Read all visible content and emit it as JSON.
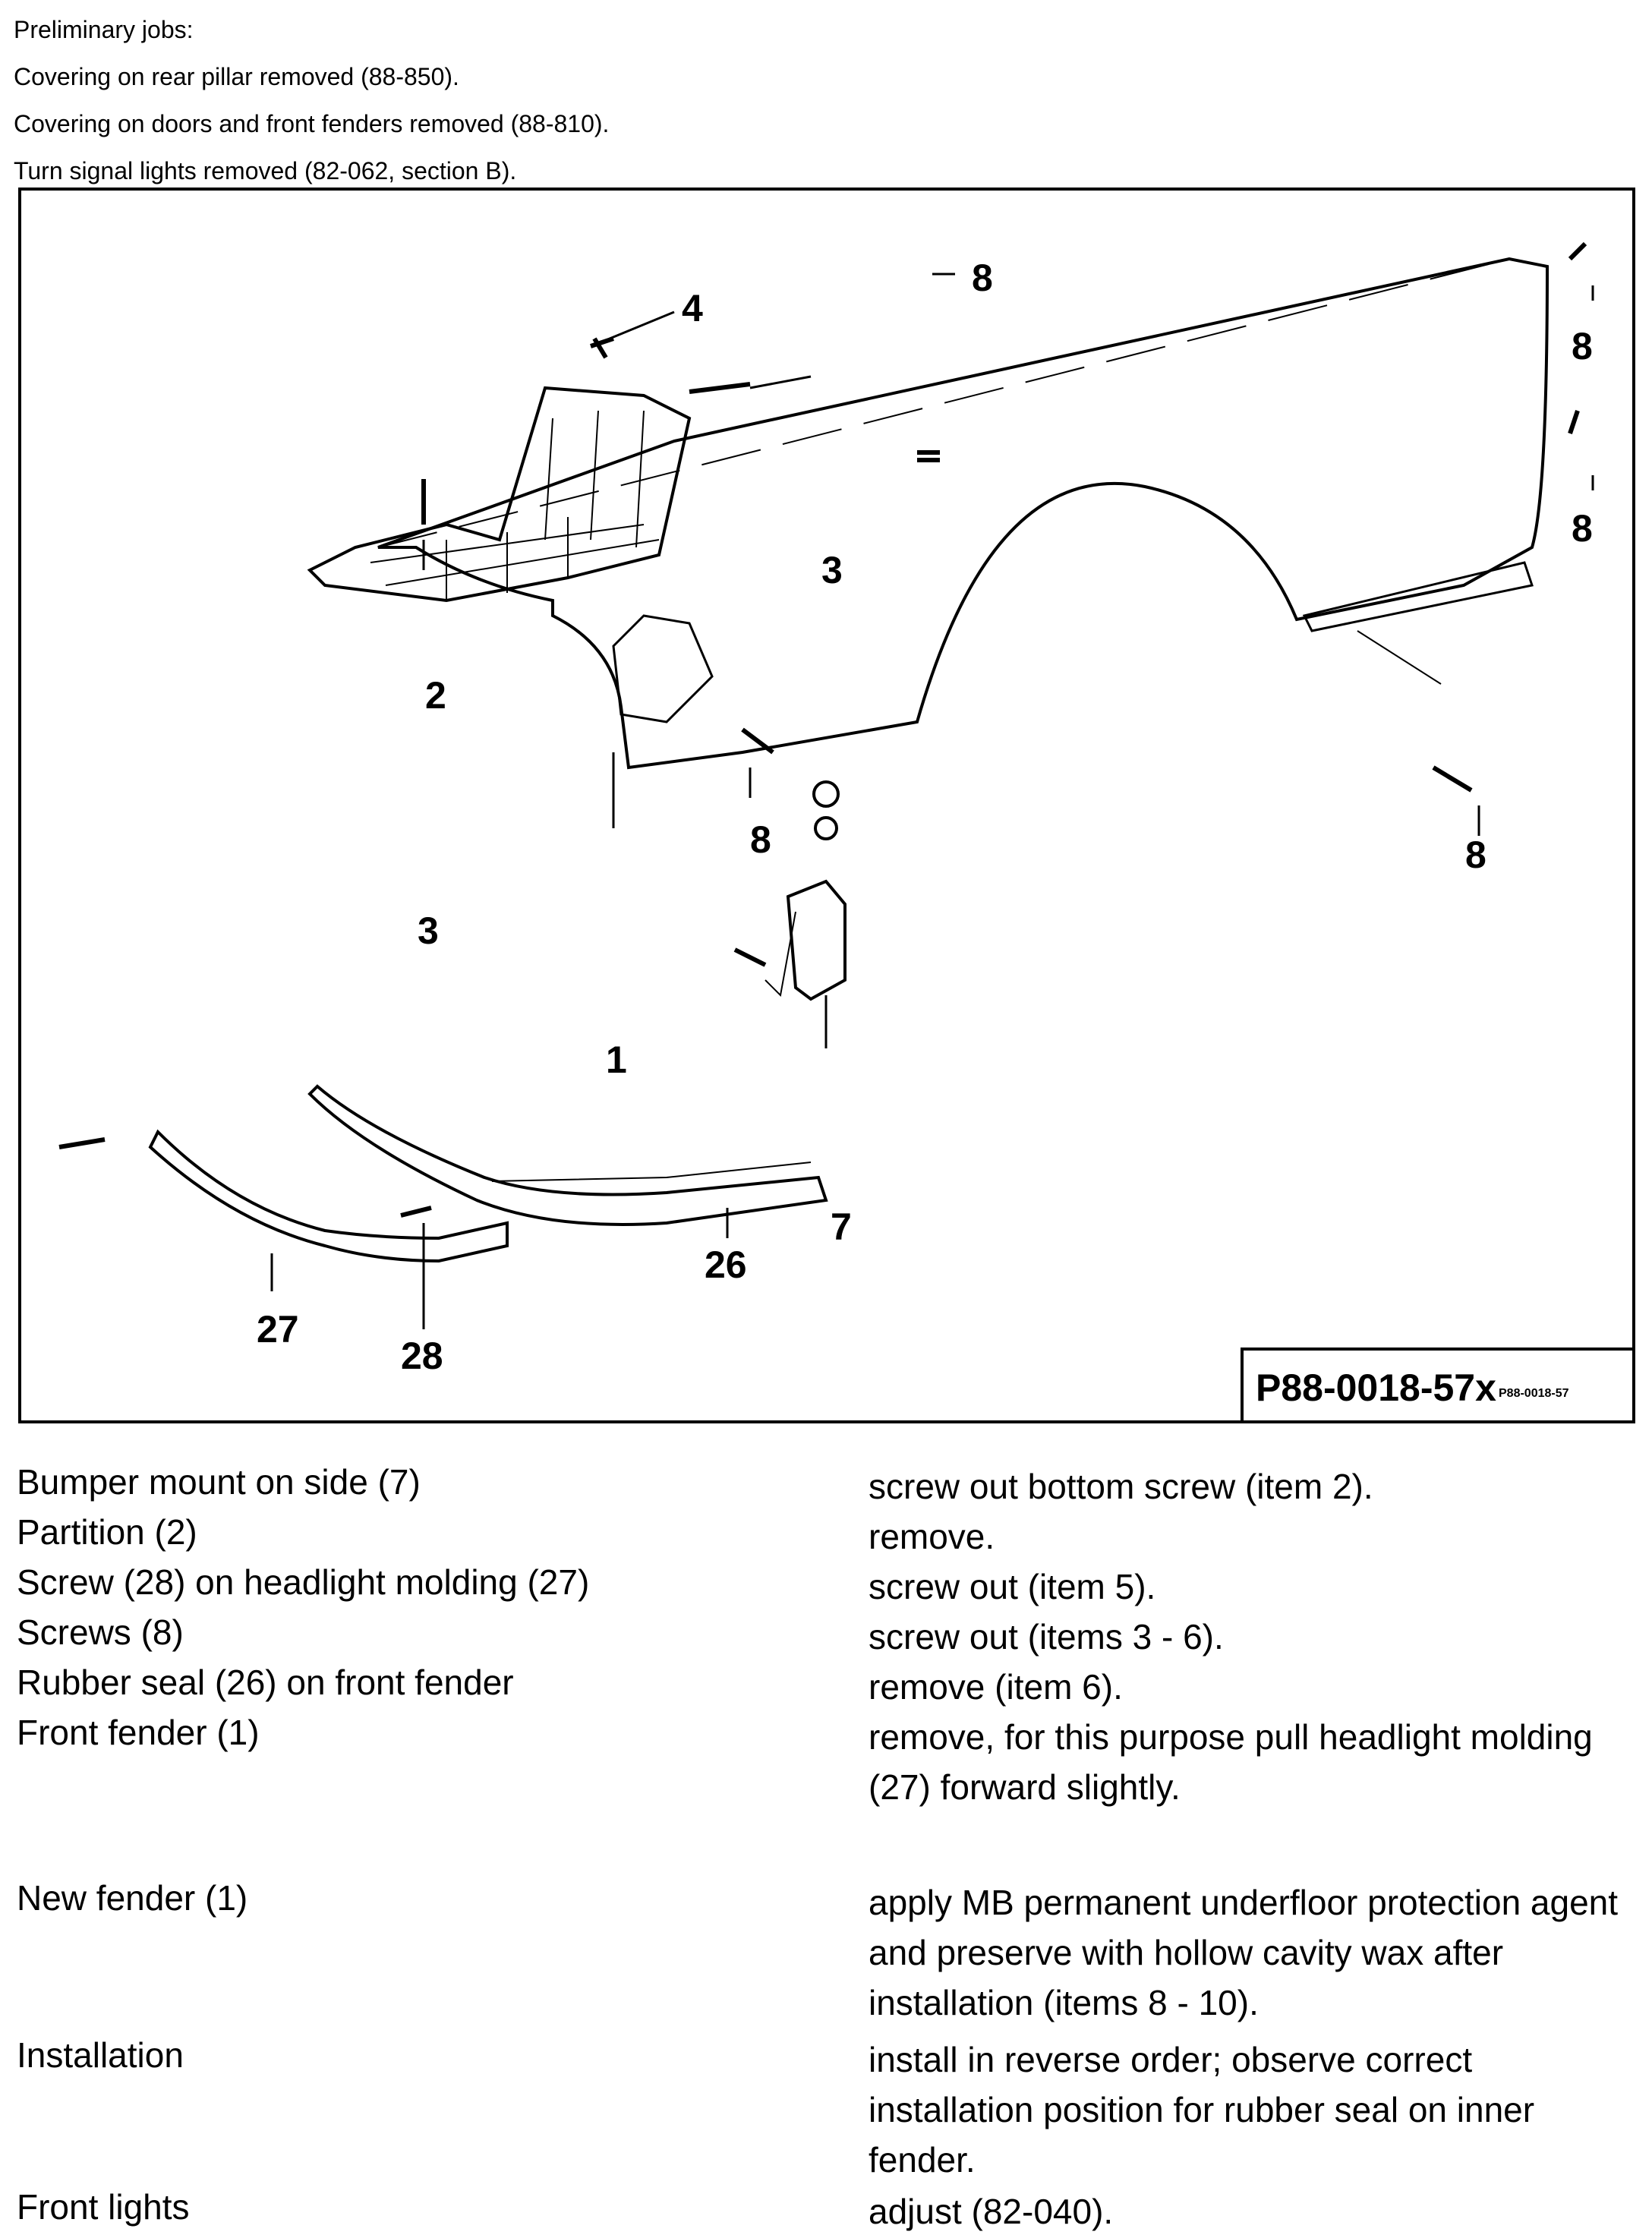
{
  "preliminary": {
    "heading": "Preliminary jobs:",
    "items": [
      "Covering on rear pillar removed (88-850).",
      "Covering on doors and front fenders removed (88-810).",
      "Turn signal lights removed (82-062, section B)."
    ]
  },
  "figure": {
    "code": "P88-0018-57x",
    "code_small": "P88-0018-57",
    "callouts": [
      "1",
      "2",
      "3",
      "3",
      "4",
      "7",
      "8",
      "8",
      "8",
      "8",
      "8",
      "26",
      "27",
      "28"
    ]
  },
  "steps": [
    {
      "label": "Bumper mount on side (7)",
      "action": "screw out bottom screw (item 2)."
    },
    {
      "label": "Partition (2)",
      "action": "remove."
    },
    {
      "label": "Screw (28) on headlight molding (27)",
      "action": "screw out (item 5)."
    },
    {
      "label": "Screws (8)",
      "action": "screw out (items 3 - 6)."
    },
    {
      "label": "Rubber seal (26) on front fender",
      "action": "remove (item 6)."
    },
    {
      "label": "Front fender (1)",
      "action": "remove, for this purpose pull headlight molding (27) forward slightly."
    },
    {
      "label": "New fender (1)",
      "action": "apply MB permanent underfloor protection agent and preserve with hollow cavity wax after installation (items 8 - 10)."
    },
    {
      "label": "Installation",
      "action": "install in reverse order; observe correct installation position for rubber seal on inner fender."
    },
    {
      "label": "Front lights",
      "action": "adjust (82-040)."
    }
  ]
}
